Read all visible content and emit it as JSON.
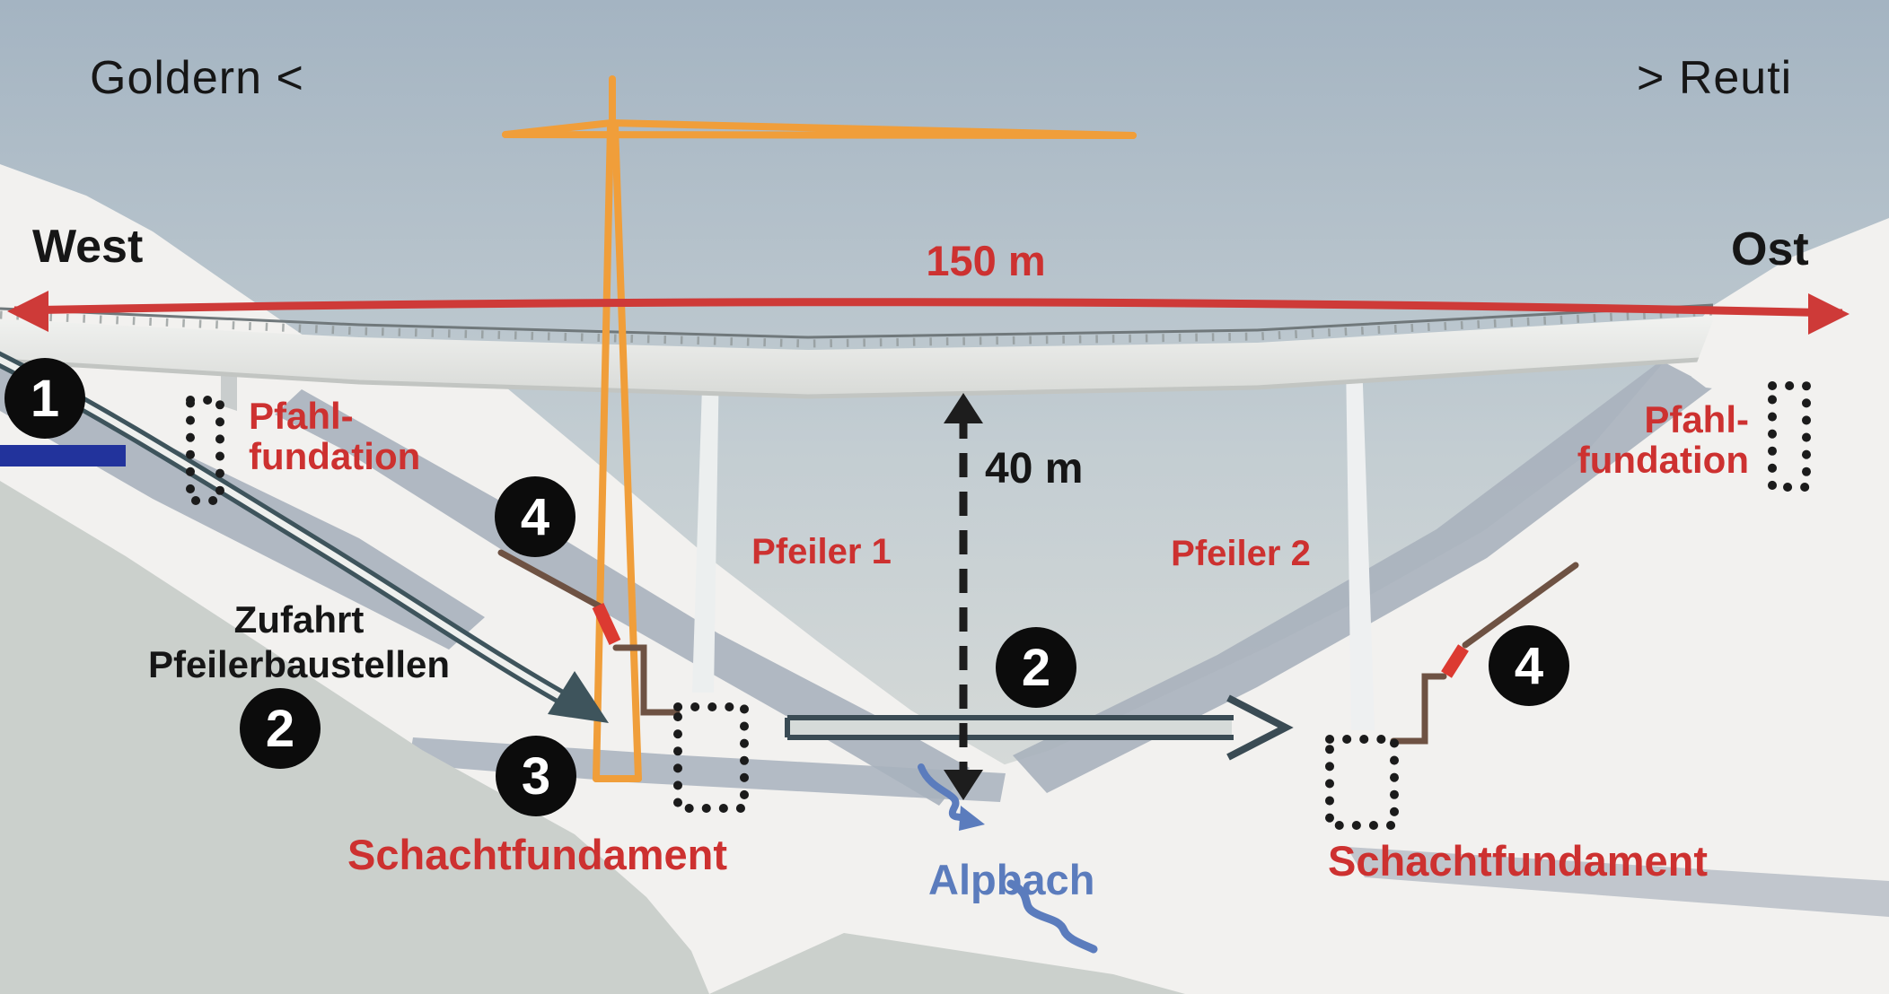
{
  "header": {
    "route_left": "Goldern <",
    "route_right": "> Reuti"
  },
  "compass": {
    "west": "West",
    "east": "Ost"
  },
  "measurements": {
    "span": "150 m",
    "pier_height": "40 m"
  },
  "labels": {
    "pile_foundation_left": {
      "line1": "Pfahl-",
      "line2": "fundation"
    },
    "pile_foundation_right": {
      "line1": "Pfahl-",
      "line2": "fundation"
    },
    "pier1": "Pfeiler 1",
    "pier2": "Pfeiler 2",
    "shaft_foundation_left": "Schachtfundament",
    "shaft_foundation_right": "Schachtfundament",
    "access_road": {
      "line1": "Zufahrt",
      "line2": "Pfeilerbaustellen"
    },
    "stream": "Alpbach"
  },
  "markers": {
    "marker1": "1",
    "marker2_left": "2",
    "marker3": "3",
    "marker4_left": "4",
    "marker2_center": "2",
    "marker4_right": "4"
  },
  "colors": {
    "accent_red": "#cd3130",
    "crane_orange": "#f09e3a",
    "stream_blue": "#5b7cbd",
    "railway_blue": "#22339c",
    "path_brown": "#6e5243",
    "road_slate": "#3e545c",
    "marker_black": "#0c0c0c",
    "snow_white": "#f2f1ef",
    "shadow_grey": "#a8b1bd"
  }
}
